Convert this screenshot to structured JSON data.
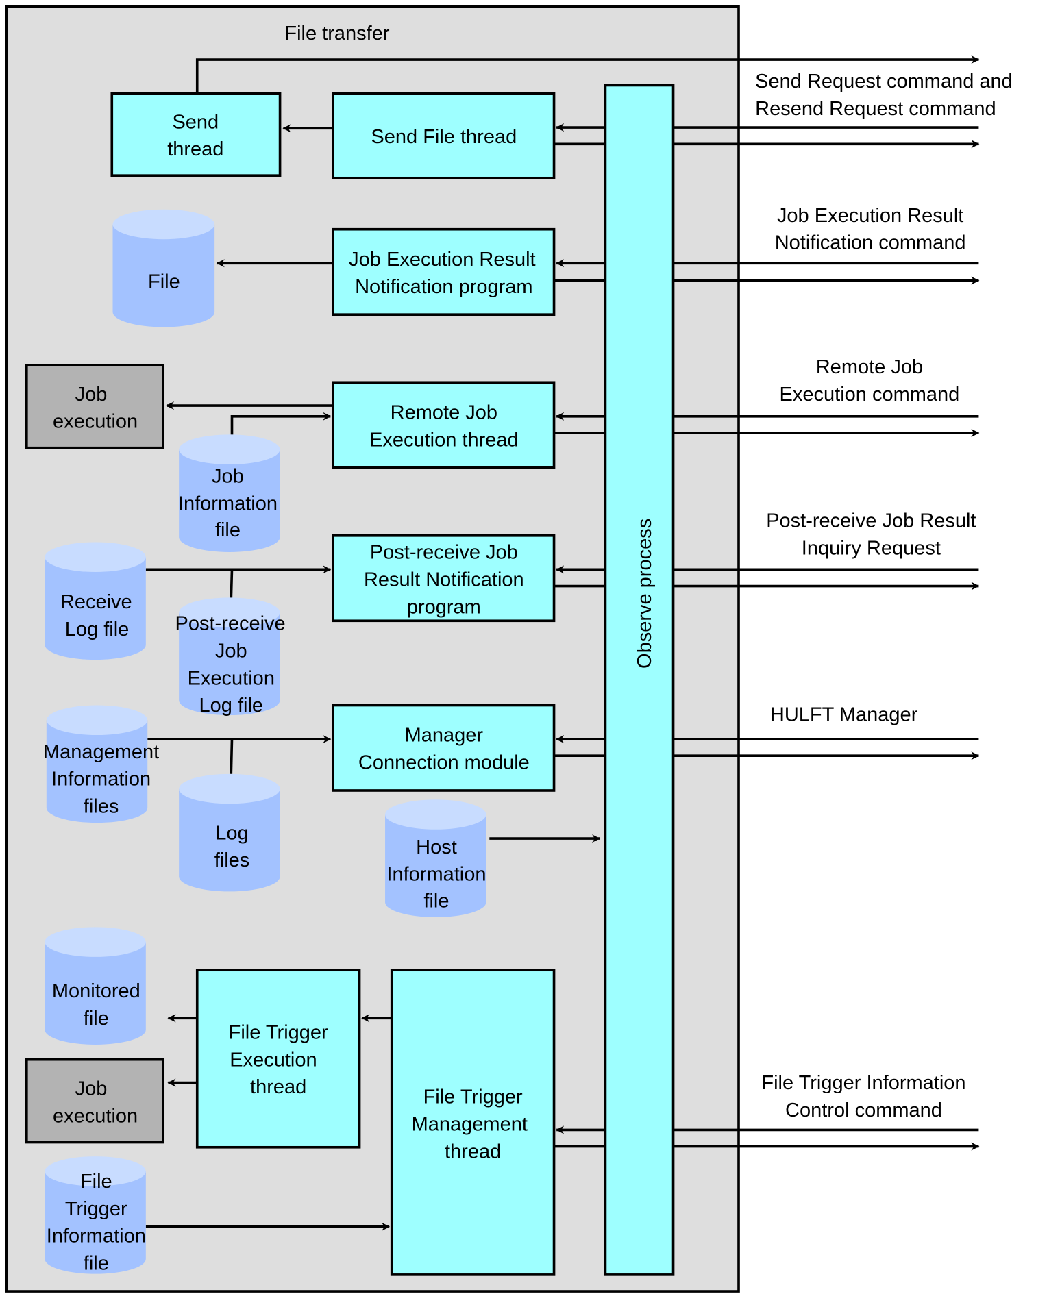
{
  "diagram": {
    "frame_title": "File transfer",
    "colors": {
      "frame_background": "#dedede",
      "process_box": "#9effff",
      "external_box": "#b3b3b3",
      "file_cylinder": "#a3c2ff",
      "file_cylinder_top": "#c8dcff",
      "line": "#000000"
    },
    "observe_process": "Observe process",
    "boxes": {
      "send_thread": [
        "Send",
        "thread"
      ],
      "send_file_thread": [
        "Send File thread"
      ],
      "job_exec_result_program": [
        "Job Execution Result",
        "Notification program"
      ],
      "remote_job_thread": [
        "Remote Job",
        "Execution thread"
      ],
      "post_receive_program": [
        "Post-receive Job",
        "Result Notification",
        "program"
      ],
      "manager_connection": [
        "Manager",
        "Connection module"
      ],
      "ft_exec_thread": [
        "File Trigger",
        "Execution",
        "thread"
      ],
      "ft_mgmt_thread": [
        "File Trigger",
        "Management",
        "thread"
      ],
      "job_execution_1": [
        "Job",
        "execution"
      ],
      "job_execution_2": [
        "Job",
        "execution"
      ]
    },
    "files": {
      "file": [
        "File"
      ],
      "job_info_file": [
        "Job",
        "Information",
        "file"
      ],
      "receive_log_file": [
        "Receive",
        "Log file"
      ],
      "post_receive_log_file": [
        "Post-receive",
        "Job",
        "Execution",
        "Log file"
      ],
      "management_info_files": [
        "Management",
        "Information",
        "files"
      ],
      "log_files": [
        "Log",
        "files"
      ],
      "host_info_file": [
        "Host",
        "Information",
        "file"
      ],
      "monitored_file": [
        "Monitored",
        "file"
      ],
      "ft_info_file": [
        "File",
        "Trigger",
        "Information",
        "file"
      ]
    },
    "commands": {
      "send_request": [
        "Send Request command and",
        "Resend Request command"
      ],
      "job_exec_result": [
        "Job Execution Result",
        "Notification command"
      ],
      "remote_job": [
        "Remote Job",
        "Execution command"
      ],
      "post_receive_inquiry": [
        "Post-receive Job Result",
        "Inquiry Request"
      ],
      "hulft_manager": [
        "HULFT Manager"
      ],
      "file_trigger_control": [
        "File Trigger Information",
        "Control command"
      ]
    }
  }
}
